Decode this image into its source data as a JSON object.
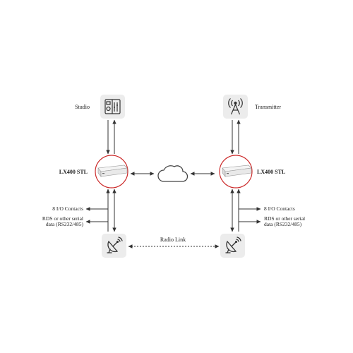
{
  "labels": {
    "studio": "Studio",
    "transmitter": "Transmitter",
    "lx_left": "LX400 STL",
    "lx_right": "LX400 STL",
    "io_left": "8 I/O Contacts",
    "io_right": "8 I/O Contacts",
    "rds_left_1": "RDS or other serial",
    "rds_left_2": "data (RS232/485)",
    "rds_right_1": "RDS or other serial",
    "rds_right_2": "data (RS232/485)",
    "radio_link": "Radio Link"
  },
  "icons": {
    "studio": "speaker-icon",
    "transmitter": "antenna-tower-icon",
    "cloud": "cloud-icon",
    "dish_left": "satellite-dish-icon",
    "dish_right": "satellite-dish-icon",
    "device": "rack-unit-icon"
  },
  "colors": {
    "device_ring": "#cc2b2b",
    "icon_tile": "#ececec",
    "line": "#333333"
  }
}
